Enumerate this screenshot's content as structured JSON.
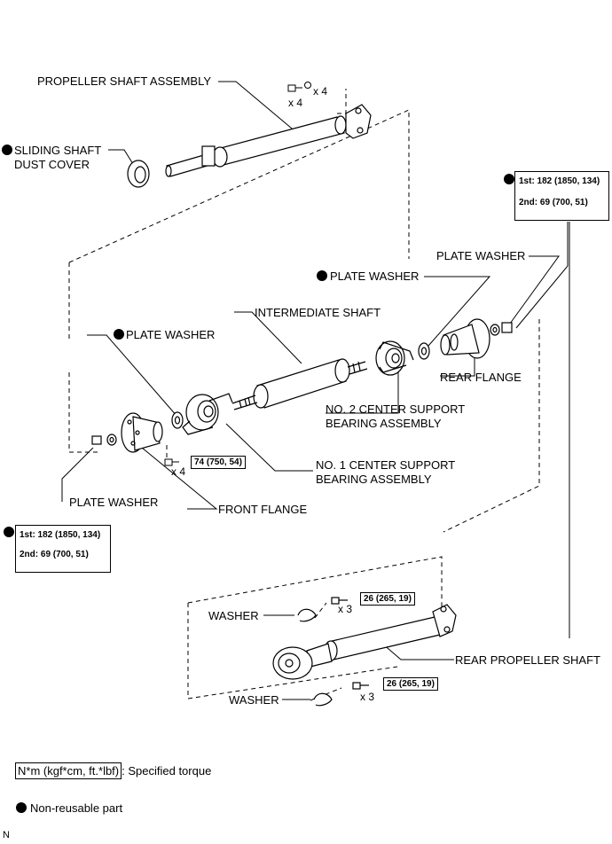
{
  "labels": {
    "propeller_shaft_assembly": "PROPELLER SHAFT ASSEMBLY",
    "sliding_shaft_line1": "SLIDING SHAFT",
    "sliding_shaft_line2": "DUST COVER",
    "plate_washer": "PLATE WASHER",
    "intermediate_shaft": "INTERMEDIATE SHAFT",
    "rear_flange": "REAR FLANGE",
    "no2_line1": "NO. 2 CENTER SUPPORT",
    "no2_line2": "BEARING ASSEMBLY",
    "no1_line1": "NO. 1 CENTER SUPPORT",
    "no1_line2": "BEARING ASSEMBLY",
    "front_flange": "FRONT FLANGE",
    "washer": "WASHER",
    "rear_propeller_shaft": "REAR PROPELLER SHAFT"
  },
  "quantities": {
    "x4": "x 4",
    "x3": "x 3"
  },
  "torques": {
    "flange_1st": "1st: 182 (1850, 134)",
    "flange_2nd": "2nd: 69 (700, 51)",
    "center_support": "74 (750, 54)",
    "rear_shaft": "26 (265, 19)"
  },
  "legend": {
    "torque_unit": "N*m (kgf*cm, ft.*lbf)",
    "torque_desc": ": Specified torque",
    "non_reusable": "Non-reusable part"
  },
  "corner_mark": "N"
}
